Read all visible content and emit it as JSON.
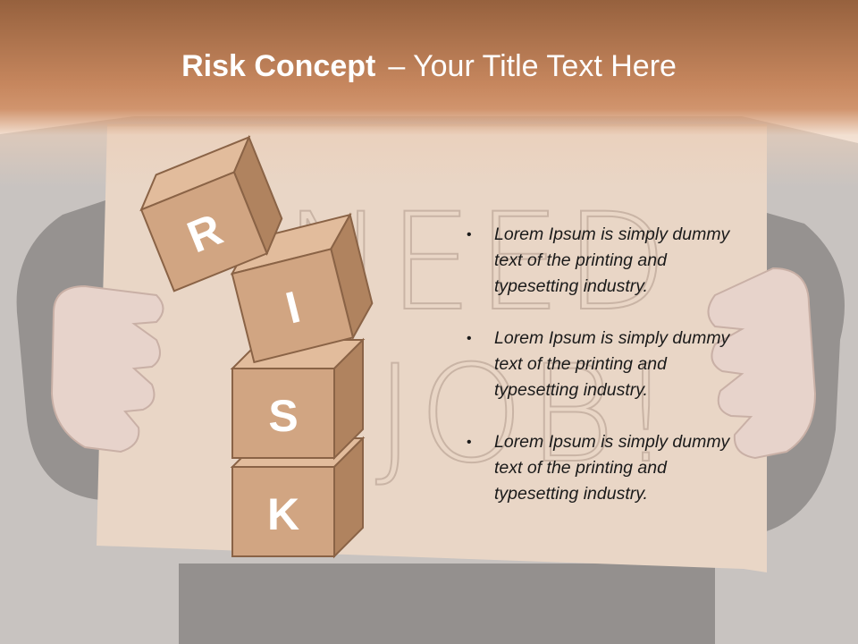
{
  "slide": {
    "title_main": "Risk Concept",
    "title_separator": "–",
    "title_sub": "Your Title Text Here"
  },
  "blocks": [
    {
      "letter": "R"
    },
    {
      "letter": "I"
    },
    {
      "letter": "S"
    },
    {
      "letter": "K"
    }
  ],
  "sign_text": [
    "NEED",
    "JOB!"
  ],
  "bullets": [
    {
      "text": "Lorem Ipsum is simply dummy text of the printing and typesetting industry."
    },
    {
      "text": "Lorem Ipsum is simply dummy text of the printing and typesetting industry."
    },
    {
      "text": "Lorem Ipsum is simply dummy text of the printing and typesetting industry."
    }
  ],
  "colors": {
    "title_band": "#c4845a",
    "cube_front": "#d1a582",
    "cube_top": "#e2bc9c",
    "cube_side": "#b0835f",
    "cube_edge": "#8a6346",
    "cardboard": "#e9d6c6"
  }
}
